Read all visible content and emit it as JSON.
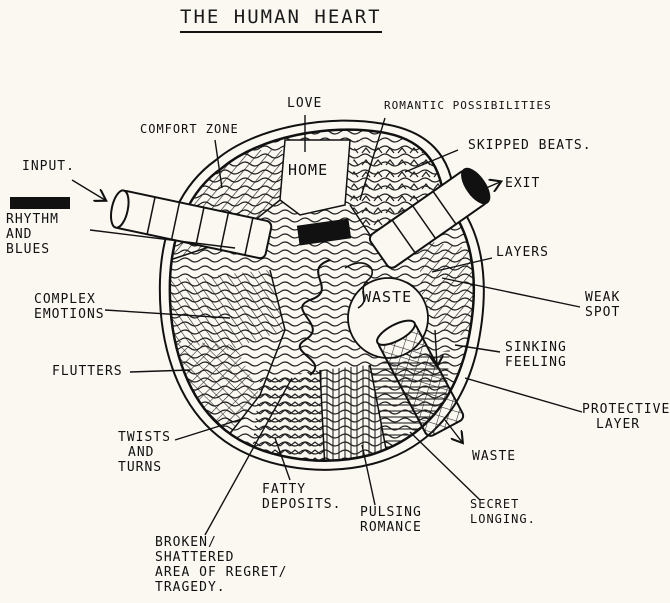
{
  "title": "THE HUMAN HEART",
  "labels": {
    "love": "LOVE",
    "romantic": "ROMANTIC POSSIBILITIES",
    "comfort": "COMFORT ZONE",
    "skipped": "SKIPPED BEATS.",
    "input": "INPUT.",
    "exit": "EXIT",
    "home": "HOME",
    "rhythm": [
      "RHYTHM",
      "AND",
      "BLUES"
    ],
    "layers": "LAYERS",
    "complex": [
      "COMPLEX",
      "EMOTIONS"
    ],
    "waste_inner": "WASTE",
    "weak": [
      "WEAK",
      "SPOT"
    ],
    "sinking": [
      "SINKING",
      "FEELING"
    ],
    "flutters": "FLUTTERS",
    "protective": [
      "PROTECTIVE",
      "LAYER"
    ],
    "twists": [
      "TWISTS",
      "AND",
      "TURNS"
    ],
    "waste_out": "WASTE",
    "fatty": [
      "FATTY",
      "DEPOSITS."
    ],
    "pulsing": [
      "PULSING",
      "ROMANCE"
    ],
    "secret": [
      "SECRET",
      "LONGING."
    ],
    "broken": [
      "BROKEN/",
      "SHATTERED",
      "AREA OF REGRET/",
      "TRAGEDY."
    ]
  }
}
